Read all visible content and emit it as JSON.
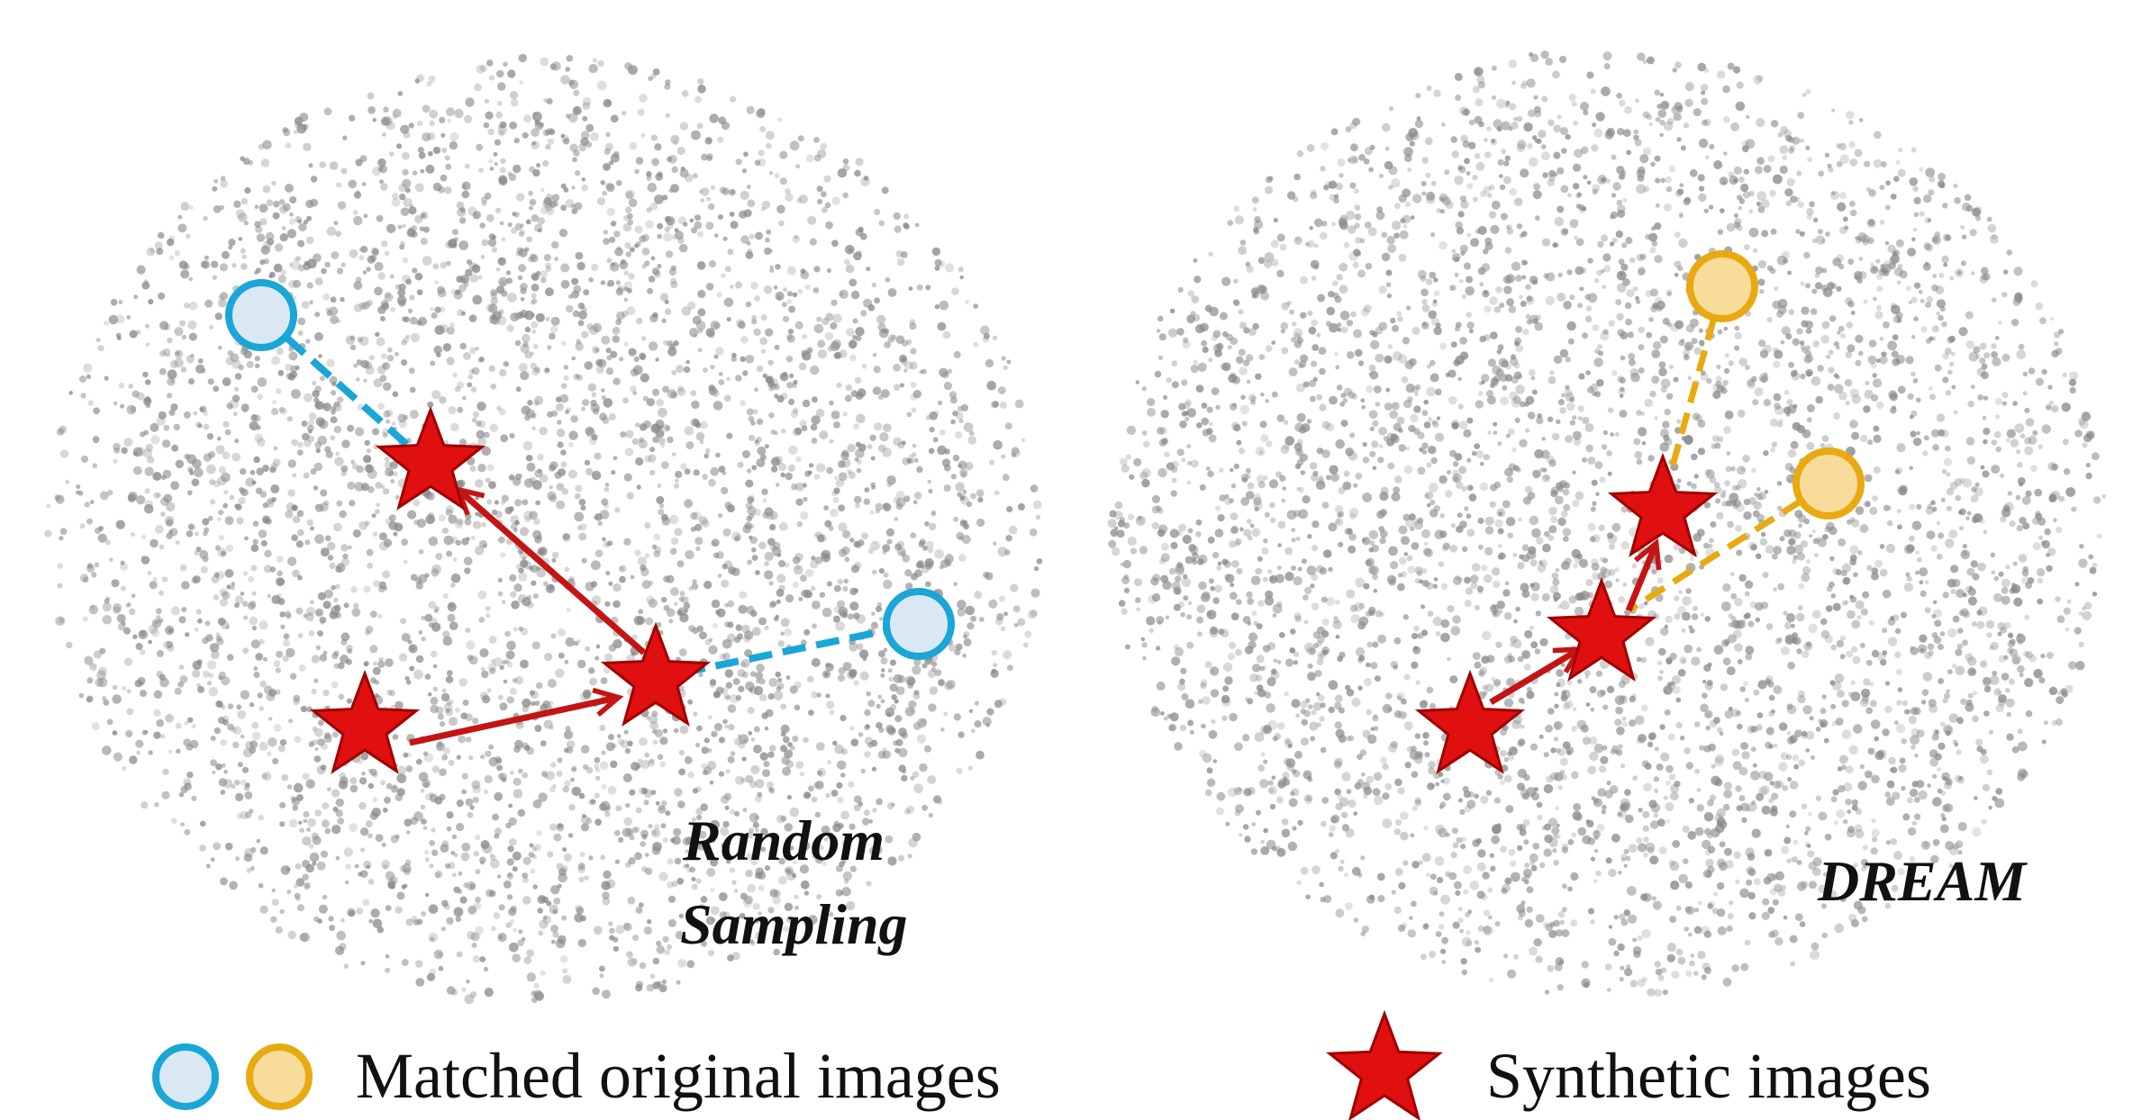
{
  "panels": {
    "left": {
      "title_line1": "Random",
      "title_line2": "Sampling",
      "matched_color": "#1aa6d6",
      "matched_fill": "#d9e8f3"
    },
    "right": {
      "title": "DREAM",
      "matched_color": "#e8a911",
      "matched_fill": "#f7dc9a"
    }
  },
  "legend": {
    "matched_label": "Matched original images",
    "synthetic_label": "Synthetic images"
  },
  "colors": {
    "star_fill": "#e01010",
    "star_stroke": "#a00000",
    "arrow": "#c41414",
    "dots": "#8a8a8a"
  },
  "icons": [
    "star-icon",
    "circle-icon"
  ]
}
